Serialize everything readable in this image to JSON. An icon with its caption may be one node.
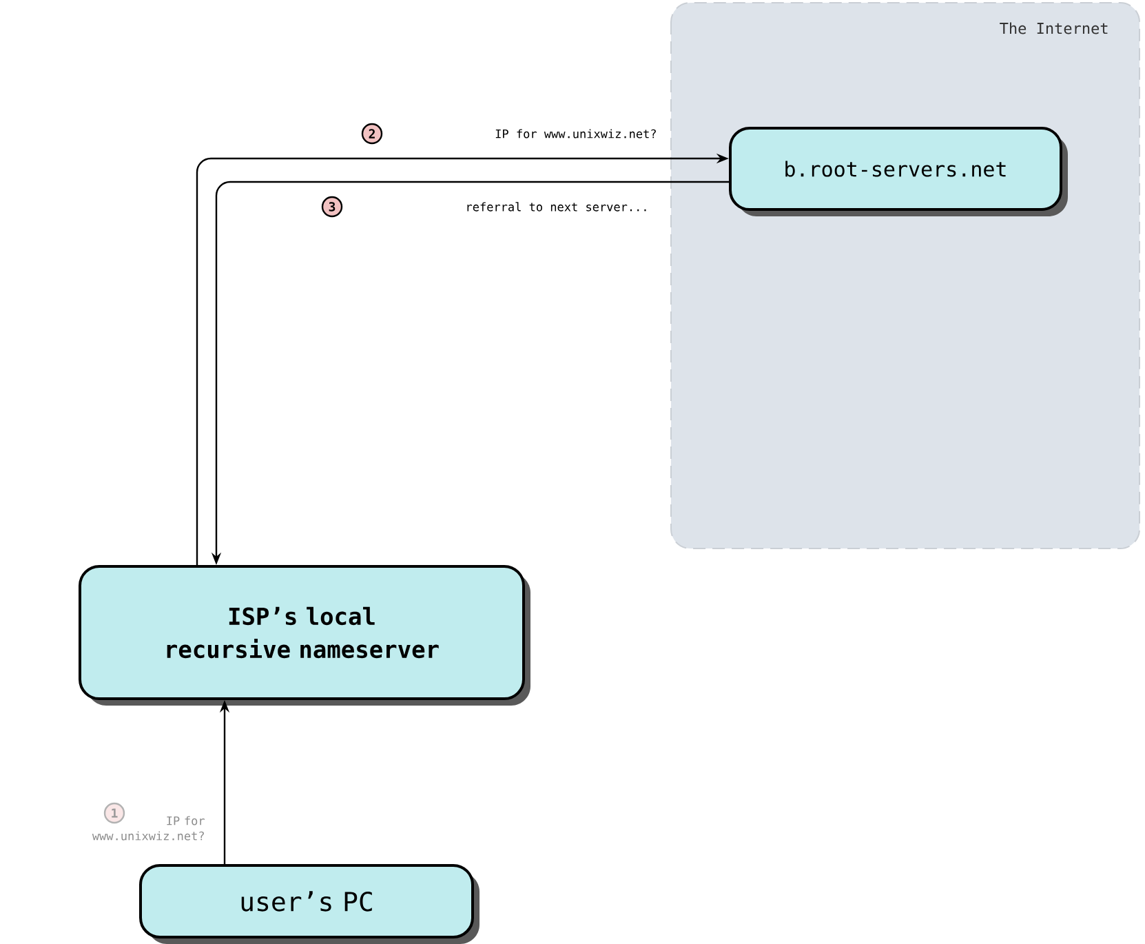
{
  "diagram": {
    "nodes": [
      {
        "text": [
          "The Internet"
        ]
      },
      {
        "text": [
          "b.root-servers.net"
        ],
        "in": 0
      },
      {
        "text": [
          "ISP’s local recursive nameserver"
        ]
      },
      {
        "text": [
          "user’s PC"
        ]
      }
    ],
    "edges": [
      {
        "from": 3,
        "to": 2,
        "arrow": "to",
        "label": "IP for www.unixwiz.net?"
      },
      {
        "from": 2,
        "to": 1,
        "arrow": "to",
        "label": "IP for www.unixwiz.net?"
      },
      {
        "from": 1,
        "to": 2,
        "arrow": "to",
        "label": "referral to next server..."
      }
    ],
    "labels": [
      "2",
      "3",
      "1"
    ]
  }
}
